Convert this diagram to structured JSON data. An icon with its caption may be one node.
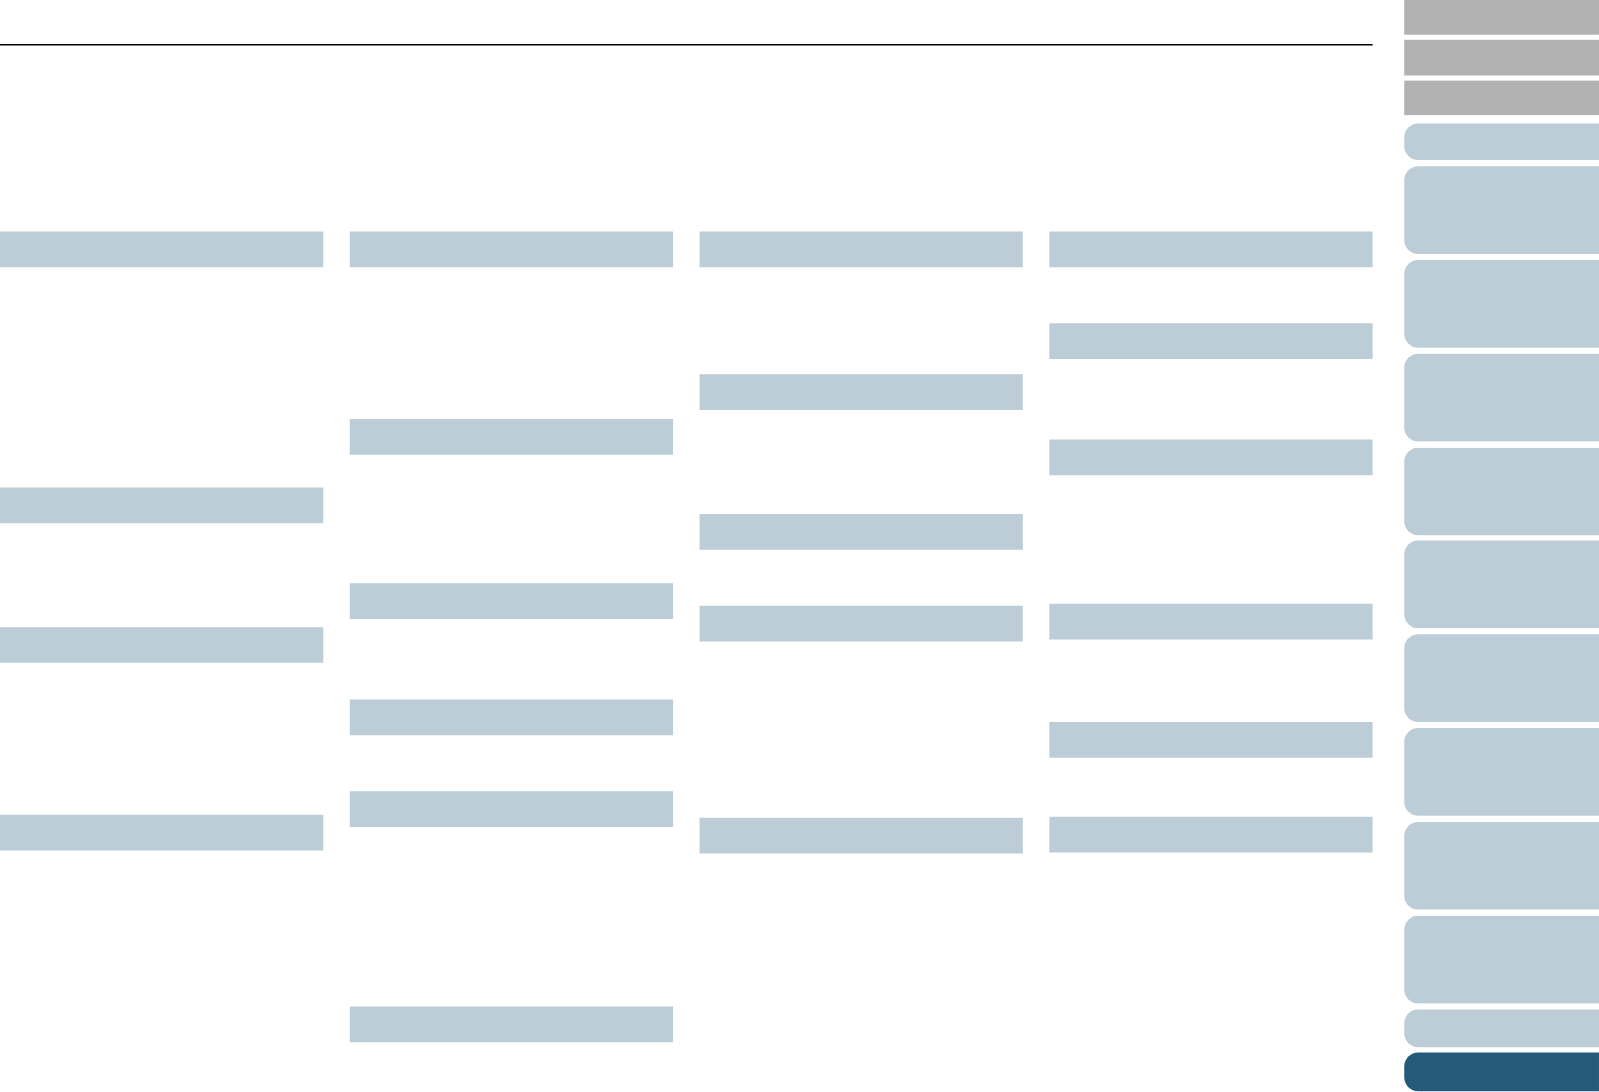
{
  "diagram": {
    "nodes": [
      {
        "text": [],
        "shape": "bar"
      },
      {
        "text": [],
        "shape": "bar"
      },
      {
        "text": [],
        "shape": "bar"
      },
      {
        "text": [],
        "shape": "bar"
      },
      {
        "text": [],
        "shape": "bar"
      },
      {
        "text": [],
        "shape": "bar"
      },
      {
        "text": [],
        "shape": "bar"
      },
      {
        "text": [],
        "shape": "bar"
      },
      {
        "text": [],
        "shape": "bar"
      },
      {
        "text": [],
        "shape": "bar"
      },
      {
        "text": [],
        "shape": "bar"
      },
      {
        "text": [],
        "shape": "bar"
      },
      {
        "text": [],
        "shape": "bar"
      },
      {
        "text": [],
        "shape": "bar"
      },
      {
        "text": [],
        "shape": "bar"
      },
      {
        "text": [],
        "shape": "bar"
      },
      {
        "text": [],
        "shape": "bar"
      },
      {
        "text": [],
        "shape": "bar"
      },
      {
        "text": [],
        "shape": "bar"
      },
      {
        "text": [],
        "shape": "bar"
      },
      {
        "text": [],
        "shape": "bar"
      },
      {
        "text": [],
        "shape": "box"
      },
      {
        "text": [],
        "shape": "box"
      },
      {
        "text": [],
        "shape": "box"
      },
      {
        "text": [],
        "shape": "tab"
      },
      {
        "text": [],
        "shape": "tab"
      },
      {
        "text": [],
        "shape": "tab"
      },
      {
        "text": [],
        "shape": "tab"
      },
      {
        "text": [],
        "shape": "tab"
      },
      {
        "text": [],
        "shape": "tab"
      },
      {
        "text": [],
        "shape": "tab"
      },
      {
        "text": [],
        "shape": "tab"
      },
      {
        "text": [],
        "shape": "tab"
      },
      {
        "text": [],
        "shape": "tab"
      },
      {
        "text": [],
        "shape": "tab"
      },
      {
        "text": [],
        "shape": "tab"
      }
    ]
  }
}
